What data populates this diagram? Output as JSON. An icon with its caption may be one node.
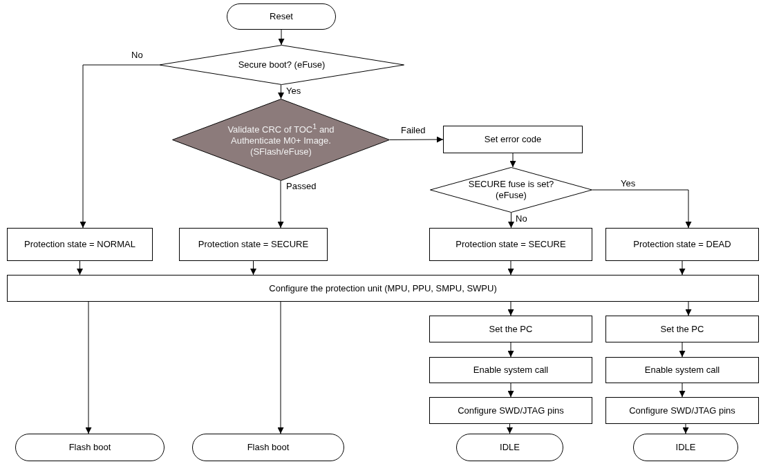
{
  "diagram": {
    "nodes": [
      {
        "text": [
          "Reset"
        ]
      },
      {
        "text": [
          "Secure boot? (eFuse)"
        ]
      },
      {
        "text": [
          "Validate CRC of TOC$^{1}$ and Authenticate M0+ Image. (SFlash/eFuse)"
        ]
      },
      {
        "text": [
          "Set error code"
        ]
      },
      {
        "text": [
          "SECURE fuse is set? (eFuse)"
        ]
      },
      {
        "text": [
          "Protection state = NORMAL"
        ]
      },
      {
        "text": [
          "Protection state = SECURE"
        ]
      },
      {
        "text": [
          "Protection state = SECURE"
        ]
      },
      {
        "text": [
          "Protection state = DEAD"
        ]
      },
      {
        "text": [
          "Configure the protection unit (MPU, PPU, SMPU, SWPU)"
        ]
      },
      {
        "text": [
          "Flash boot"
        ]
      },
      {
        "text": [
          "Flash boot"
        ]
      },
      {
        "text": [
          "Set the PC"
        ]
      },
      {
        "text": [
          "Enable system call"
        ]
      },
      {
        "text": [
          "Configure SWD/JTAG pins"
        ]
      },
      {
        "text": [
          "IDLE"
        ]
      },
      {
        "text": [
          "Set the PC"
        ]
      },
      {
        "text": [
          "Enable system call"
        ]
      },
      {
        "text": [
          "Configure SWD/JTAG pins"
        ]
      },
      {
        "text": [
          "IDLE"
        ]
      }
    ],
    "edges": [
      {
        "from": 0,
        "to": 1,
        "arrow": "to"
      },
      {
        "from": 1,
        "to": 5,
        "arrow": "to",
        "label": "No"
      },
      {
        "from": 1,
        "to": 2,
        "arrow": "to",
        "label": "Yes"
      },
      {
        "from": 2,
        "to": 3,
        "arrow": "to",
        "label": "Failed"
      },
      {
        "from": 2,
        "to": 6,
        "arrow": "to",
        "label": "Passed"
      },
      {
        "from": 3,
        "to": 4,
        "arrow": "to"
      },
      {
        "from": 4,
        "to": 7,
        "arrow": "to",
        "label": "No"
      },
      {
        "from": 4,
        "to": 8,
        "arrow": "to",
        "label": "Yes"
      },
      {
        "from": 5,
        "to": 9,
        "arrow": "to"
      },
      {
        "from": 6,
        "to": 9,
        "arrow": "to"
      },
      {
        "from": 7,
        "to": 9,
        "arrow": "to"
      },
      {
        "from": 8,
        "to": 9,
        "arrow": "to"
      },
      {
        "from": 9,
        "to": 10,
        "arrow": "to"
      },
      {
        "from": 9,
        "to": 11,
        "arrow": "to"
      },
      {
        "from": 9,
        "to": 12,
        "arrow": "to"
      },
      {
        "from": 9,
        "to": 16,
        "arrow": "to"
      },
      {
        "from": 12,
        "to": 13,
        "arrow": "to"
      },
      {
        "from": 13,
        "to": 14,
        "arrow": "to"
      },
      {
        "from": 14,
        "to": 15,
        "arrow": "to"
      },
      {
        "from": 16,
        "to": 17,
        "arrow": "to"
      },
      {
        "from": 17,
        "to": 18,
        "arrow": "to"
      },
      {
        "from": 18,
        "to": 19,
        "arrow": "to"
      }
    ]
  }
}
